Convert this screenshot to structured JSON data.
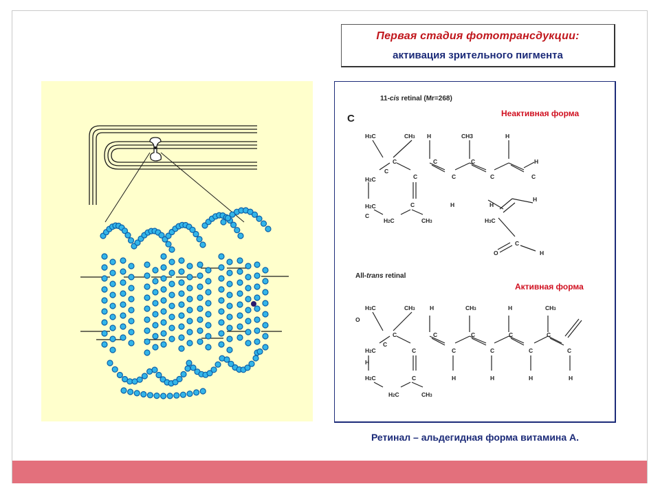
{
  "title": {
    "line1": "Первая стадия фототрансдукции:",
    "line2": "активация зрительного пигмента"
  },
  "retinal": {
    "panel_letter": "C",
    "cis_name_prefix": "11-",
    "cis_name_italic": "cis",
    "cis_name_suffix": " retinal (Mr=268)",
    "inactive_label": "Неактивная форма",
    "trans_name_prefix": "All-",
    "trans_name_italic": "trans",
    "trans_name_suffix": " retinal",
    "active_label": "Активная форма"
  },
  "caption": "Ретинал – альдегидная форма витамина А.",
  "colors": {
    "title_red": "#c0161c",
    "title_blue": "#1b2a78",
    "label_red": "#d01020",
    "panel_yellow": "#ffffcc",
    "bead_blue": "#33b5e8",
    "bead_edge": "#0b5fa8",
    "bottom_band": "#e3707c"
  }
}
